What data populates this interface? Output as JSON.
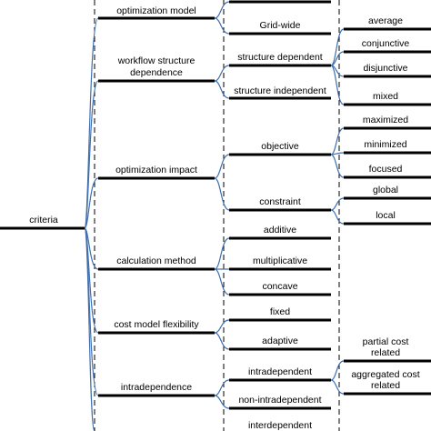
{
  "root": "criteria",
  "level1": {
    "optimization_model": "optimization model",
    "workflow_structure_1": "workflow structure",
    "workflow_structure_2": "dependence",
    "optimization_impact": "optimization impact",
    "calculation_method": "calculation method",
    "cost_model_flexibility": "cost model flexibility",
    "intradependence": "intradependence"
  },
  "level2": {
    "grid_wide": "Grid-wide",
    "structure_dependent": "structure dependent",
    "structure_independent": "structure independent",
    "objective": "objective",
    "constraint": "constraint",
    "additive": "additive",
    "multiplicative": "multiplicative",
    "concave": "concave",
    "fixed": "fixed",
    "adaptive": "adaptive",
    "intradependent": "intradependent",
    "non_intradependent": "non-intradependent",
    "interdependent": "interdependent"
  },
  "level3": {
    "average": "average",
    "conjunctive": "conjunctive",
    "disjunctive": "disjunctive",
    "mixed": "mixed",
    "maximized": "maximized",
    "minimized": "minimized",
    "focused": "focused",
    "global": "global",
    "local": "local",
    "partial_cost_1": "partial cost",
    "partial_cost_2": "related",
    "aggregated_cost_1": "aggregated cost",
    "aggregated_cost_2": "related"
  }
}
